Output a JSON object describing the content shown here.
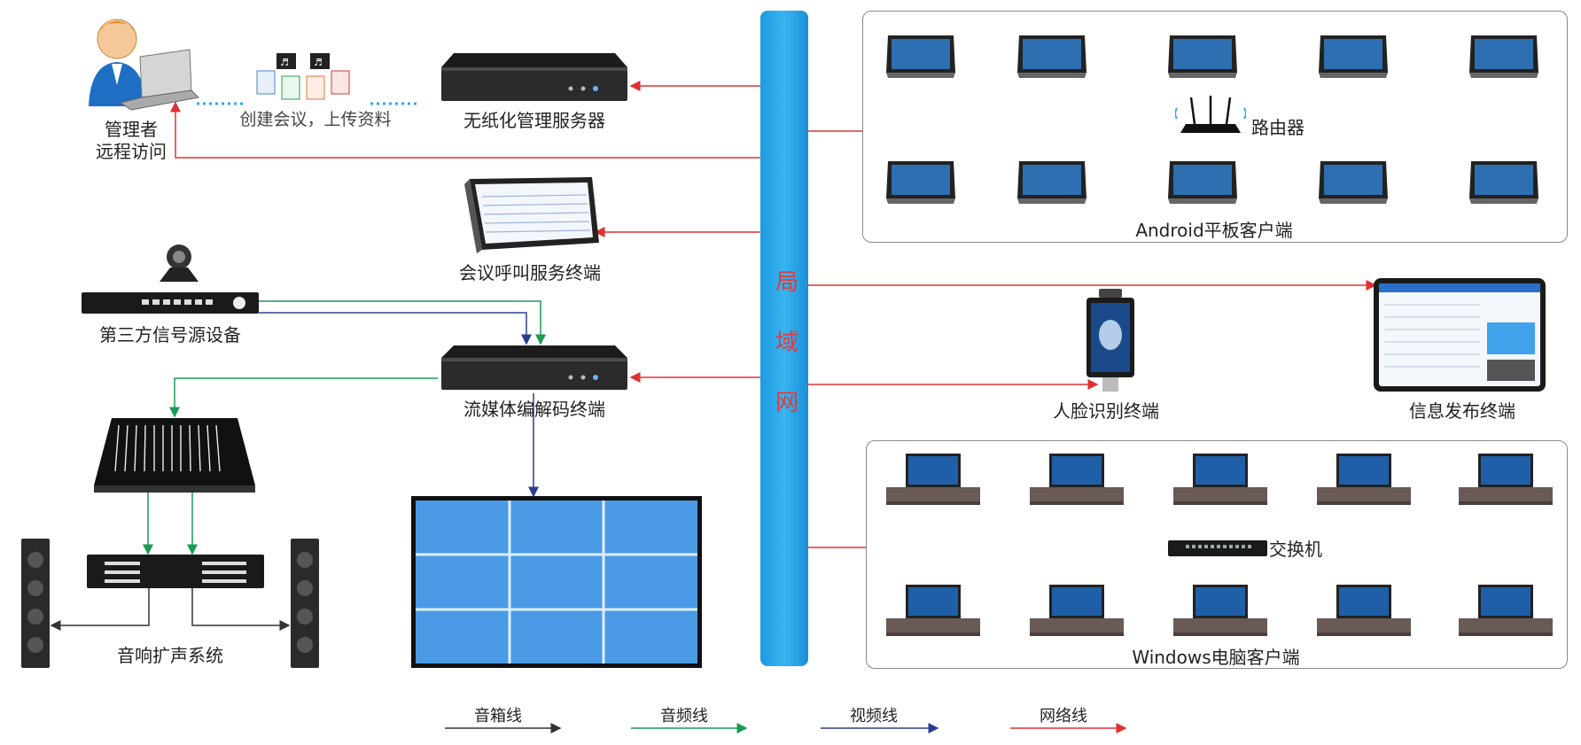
{
  "labels": {
    "admin": "管理者",
    "admin_sub": "远程访问",
    "upload": "创建会议，上传资料",
    "paperless_server": "无纸化管理服务器",
    "router": "路由器",
    "android_clients": "Android平板客户端",
    "call_terminal": "会议呼叫服务终端",
    "third_party": "第三方信号源设备",
    "lan_1": "局",
    "lan_2": "域",
    "lan_3": "网",
    "face_terminal": "人脸识别终端",
    "info_terminal": "信息发布终端",
    "stream_terminal": "流媒体编解码终端",
    "switch": "交换机",
    "audio_system": "音响扩声系统",
    "windows_clients": "Windows电脑客户端"
  },
  "legend": [
    {
      "label": "音箱线",
      "color": "#333333"
    },
    {
      "label": "音频线",
      "color": "#1a9b55"
    },
    {
      "label": "视频线",
      "color": "#2c3e8f"
    },
    {
      "label": "网络线",
      "color": "#e03030"
    }
  ],
  "colors": {
    "lan_bar": "#2aa8ea",
    "network_line": "#e03030",
    "audio_line": "#1a9b55",
    "video_line": "#2c3e8f",
    "speaker_line": "#333333",
    "screen_tile": "#3d8ee0"
  },
  "icons": [
    "admin-laptop-icon",
    "document-files-icon",
    "server-icon",
    "tablet-icon",
    "router-icon",
    "camera-icon",
    "mixer-icon",
    "amplifier-icon",
    "speaker-icon",
    "video-wall-icon",
    "face-recognition-icon",
    "display-board-icon",
    "switch-icon",
    "laptop-icon"
  ]
}
